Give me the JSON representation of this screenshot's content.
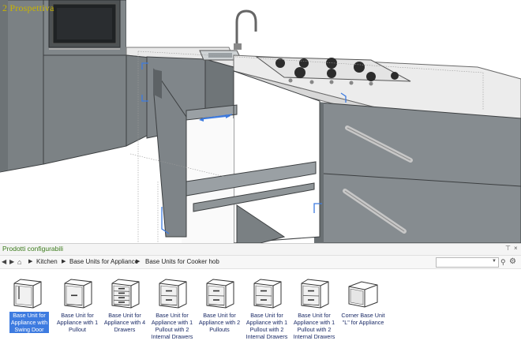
{
  "viewport": {
    "label": "2 Prospettiva"
  },
  "panel": {
    "title": "Prodotti configurabili",
    "breadcrumbs": [
      "Kitchen",
      "Base Units for Appliance",
      "Base Units for Cooker hob"
    ],
    "search": {
      "value": ""
    }
  },
  "items": [
    {
      "label": "Base Unit for Appliance with Swing Door",
      "selected": true
    },
    {
      "label": "Base Unit for Appliance with 1 Pullout"
    },
    {
      "label": "Base Unit for Appliance with 4 Drawers"
    },
    {
      "label": "Base Unit for Appliance with 1 Pullout with 2 Internal Drawers"
    },
    {
      "label": "Base Unit for Appliance with 2 Pullouts"
    },
    {
      "label": "Base Unit for Appliance with 1 Pullout with 2 Internal Drawers"
    },
    {
      "label": "Base Unit for Appliance with 1 Pullout with 2 Internal Drawers"
    },
    {
      "label": "Corner Base Unit \"L\" for Appliance"
    }
  ],
  "colors": {
    "cabinet": "#7d8386",
    "selection": "#3d7be0",
    "view_label": "#c8b400",
    "panel_title": "#3a7a1a"
  }
}
